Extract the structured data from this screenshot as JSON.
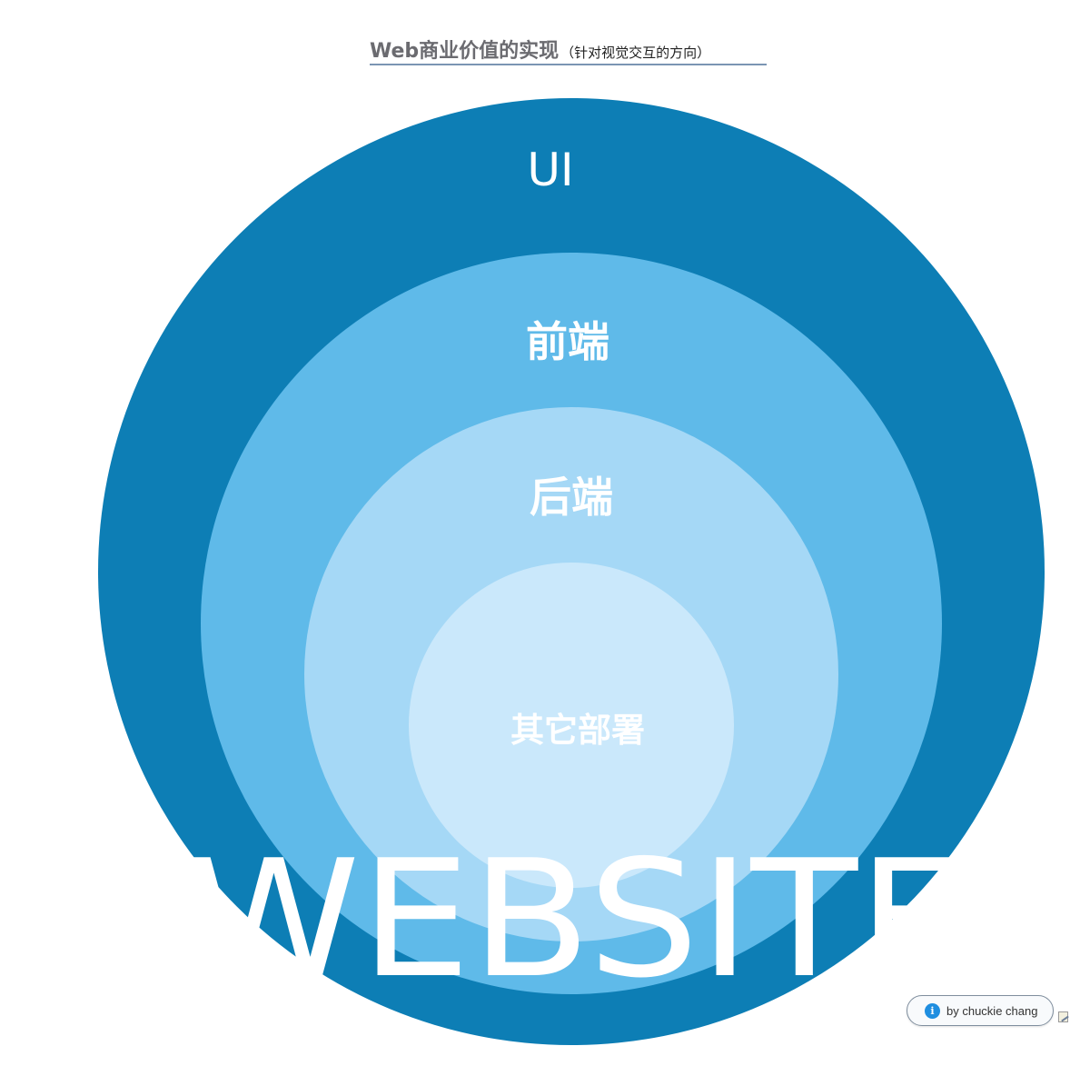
{
  "header": {
    "title_main": "Web商业价值的实现",
    "title_sub": "（针对视觉交互的方向）"
  },
  "diagram": {
    "layers": [
      {
        "label": "UI",
        "color": "#0d7eb5"
      },
      {
        "label": "前端",
        "color": "#5fbae9"
      },
      {
        "label": "后端",
        "color": "#a5d8f6"
      },
      {
        "label": "其它部署",
        "color": "#cae8fb"
      }
    ],
    "watermark": "WEBSITE"
  },
  "badge": {
    "icon": "info-icon",
    "text": "by chuckie chang"
  }
}
